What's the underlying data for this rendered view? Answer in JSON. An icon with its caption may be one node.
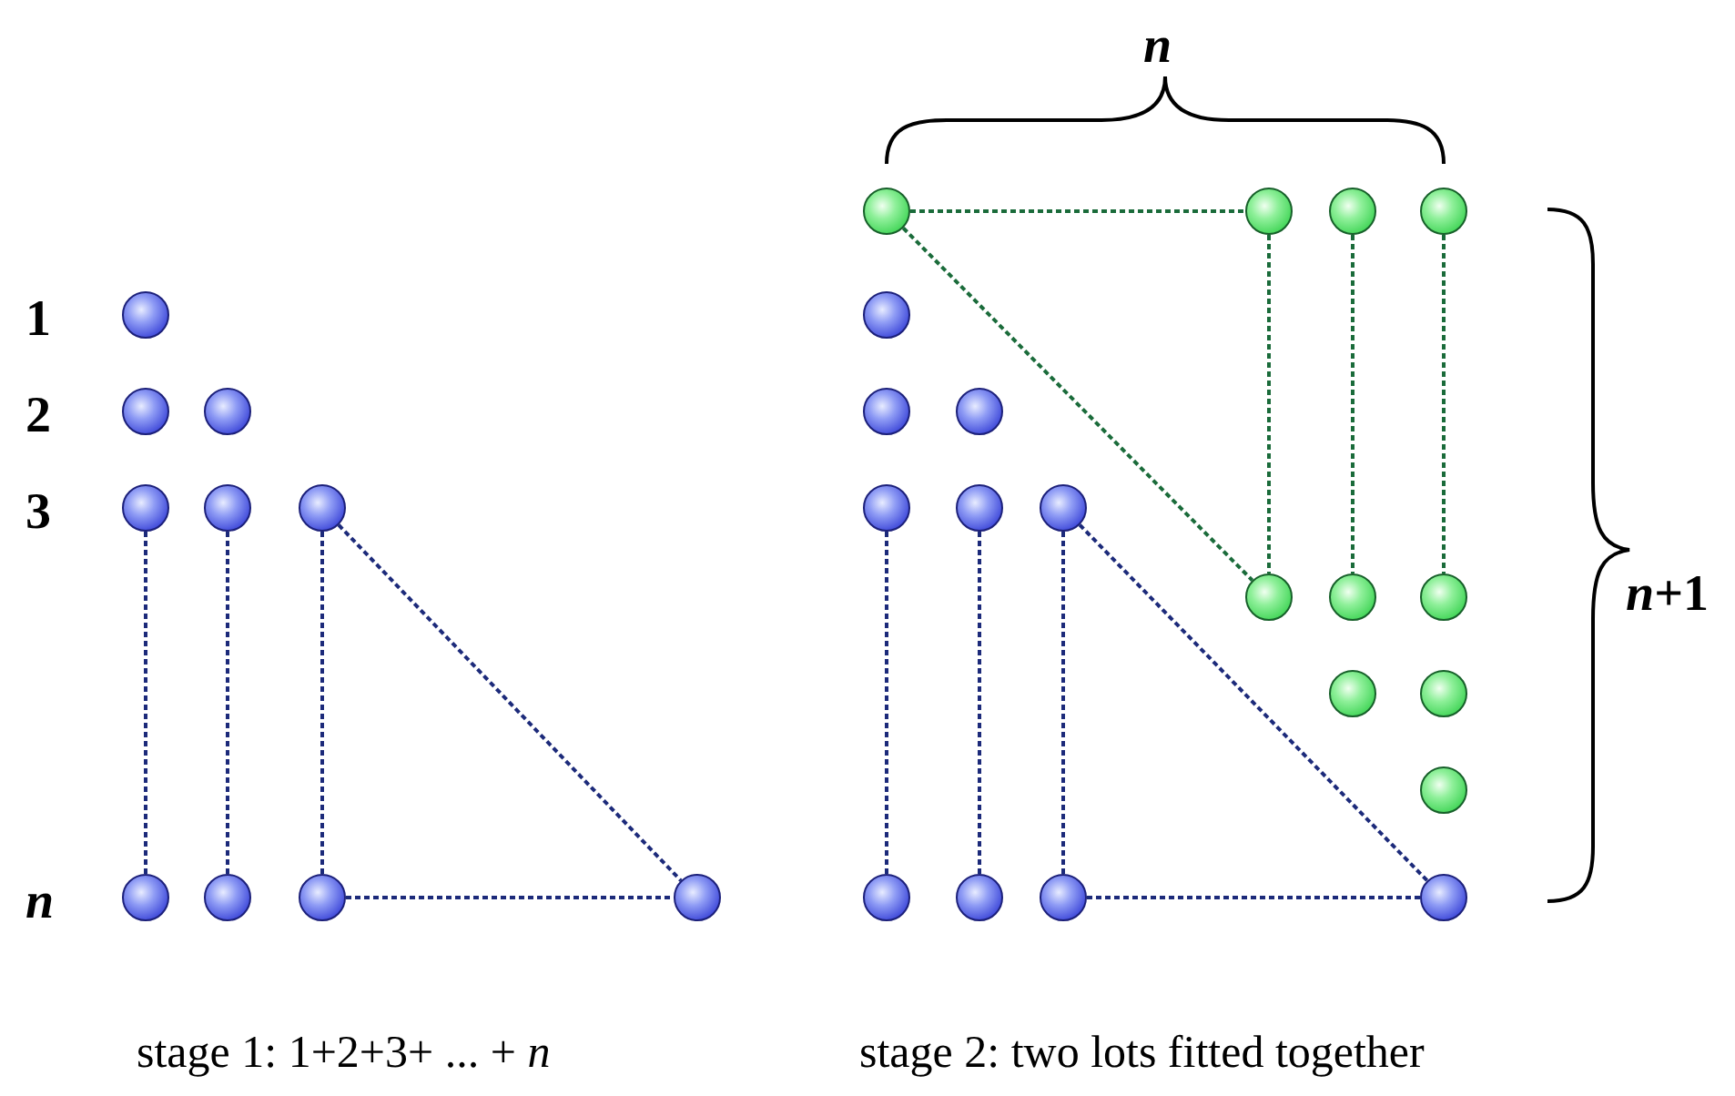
{
  "diagram": {
    "nodes": [
      {
        "text": [],
        "shape": "circle"
      },
      {
        "text": [],
        "shape": "circle"
      },
      {
        "text": [],
        "shape": "circle"
      },
      {
        "text": [],
        "shape": "circle"
      },
      {
        "text": [],
        "shape": "circle"
      },
      {
        "text": [],
        "shape": "circle"
      },
      {
        "text": [],
        "shape": "circle"
      },
      {
        "text": [],
        "shape": "circle"
      },
      {
        "text": [],
        "shape": "circle"
      },
      {
        "text": [],
        "shape": "circle"
      },
      {
        "text": [],
        "shape": "circle"
      },
      {
        "text": [],
        "shape": "circle"
      },
      {
        "text": [],
        "shape": "circle"
      },
      {
        "text": [],
        "shape": "circle"
      },
      {
        "text": [],
        "shape": "circle"
      },
      {
        "text": [],
        "shape": "circle"
      },
      {
        "text": [],
        "shape": "circle"
      },
      {
        "text": [],
        "shape": "circle"
      },
      {
        "text": [],
        "shape": "circle"
      },
      {
        "text": [],
        "shape": "circle"
      },
      {
        "text": [],
        "shape": "circle"
      },
      {
        "text": [],
        "shape": "circle"
      },
      {
        "text": [],
        "shape": "circle"
      },
      {
        "text": [],
        "shape": "circle"
      },
      {
        "text": [],
        "shape": "circle"
      },
      {
        "text": [],
        "shape": "circle"
      },
      {
        "text": [],
        "shape": "circle"
      },
      {
        "text": [],
        "shape": "circle"
      },
      {
        "text": [],
        "shape": "circle"
      },
      {
        "text": [],
        "shape": "circle"
      }
    ],
    "edges": [
      {
        "from": 3,
        "to": 6,
        "arrow": "none",
        "style": "dashed"
      },
      {
        "from": 4,
        "to": 7,
        "arrow": "none",
        "style": "dashed"
      },
      {
        "from": 5,
        "to": 8,
        "arrow": "none",
        "style": "dashed"
      },
      {
        "from": 5,
        "to": 9,
        "arrow": "none",
        "style": "dashed"
      },
      {
        "from": 8,
        "to": 9,
        "arrow": "none",
        "style": "dashed"
      },
      {
        "from": 17,
        "to": 26,
        "arrow": "none",
        "style": "dashed"
      },
      {
        "from": 18,
        "to": 27,
        "arrow": "none",
        "style": "dashed"
      },
      {
        "from": 19,
        "to": 28,
        "arrow": "none",
        "style": "dashed"
      },
      {
        "from": 19,
        "to": 29,
        "arrow": "none",
        "style": "dashed"
      },
      {
        "from": 28,
        "to": 29,
        "arrow": "none",
        "style": "dashed"
      },
      {
        "from": 10,
        "to": 11,
        "arrow": "none",
        "style": "dashed",
        "color": "#1a6b3a"
      },
      {
        "from": 10,
        "to": 20,
        "arrow": "none",
        "style": "dashed",
        "color": "#1a6b3a"
      },
      {
        "from": 11,
        "to": 20,
        "arrow": "none",
        "style": "dashed",
        "color": "#1a6b3a"
      },
      {
        "from": 12,
        "to": 21,
        "arrow": "none",
        "style": "dashed",
        "color": "#1a6b3a"
      },
      {
        "from": 13,
        "to": 22,
        "arrow": "none",
        "style": "dashed",
        "color": "#1a6b3a"
      }
    ],
    "labels": [
      "*n*",
      "1",
      "2",
      "3",
      "*n*+1",
      "*n*",
      "stage 1: 1+2+3+ ... + *n*",
      "stage 2: two lots fitted together"
    ]
  }
}
